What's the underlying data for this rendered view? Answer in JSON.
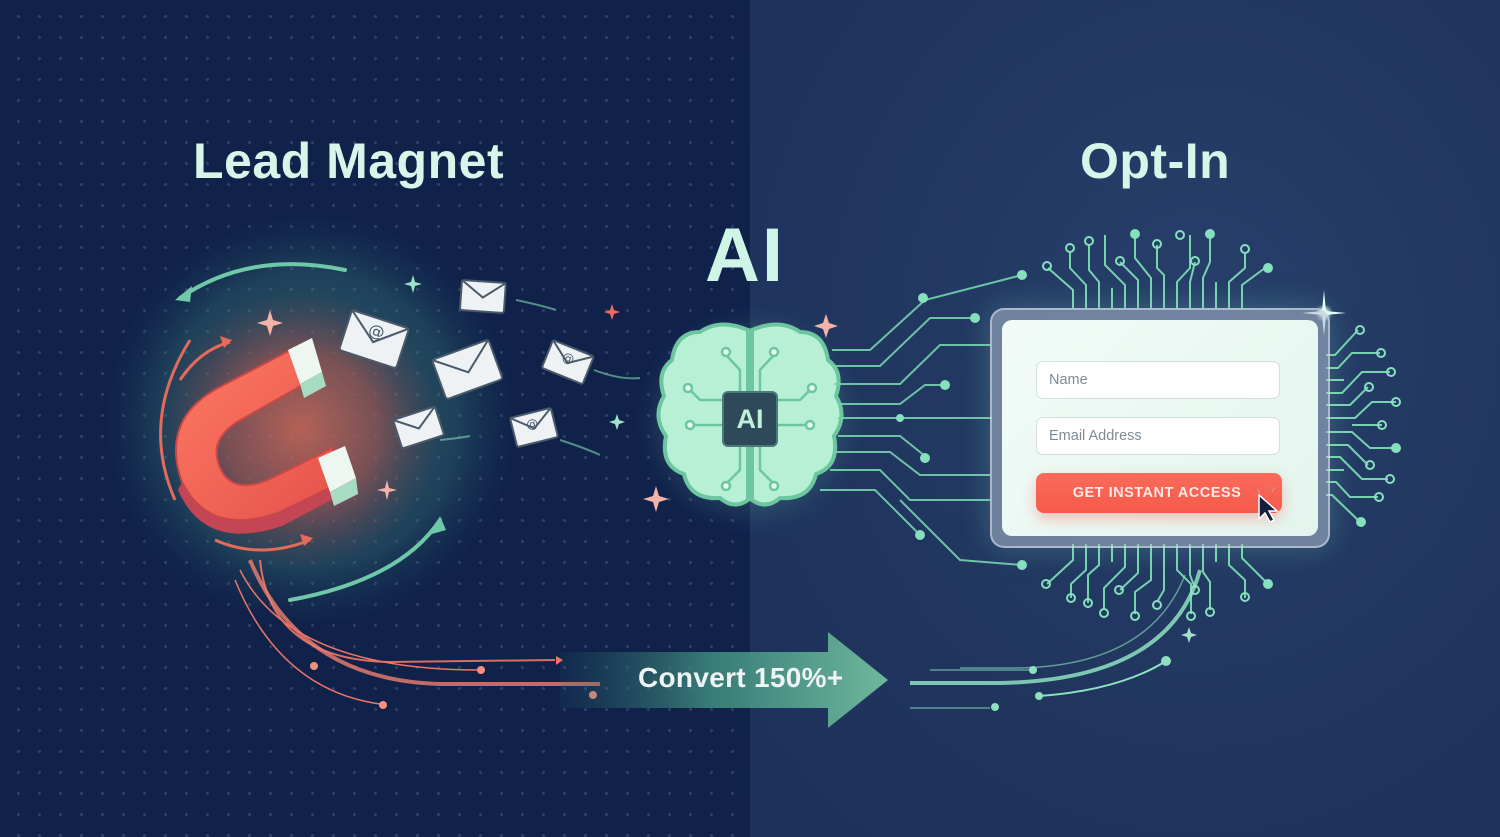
{
  "titles": {
    "left": "Lead Magnet",
    "center": "AI",
    "right": "Opt-In",
    "chip_label": "AI"
  },
  "form": {
    "name_placeholder": "Name",
    "email_placeholder": "Email Address",
    "cta_label": "GET INSTANT ACCESS"
  },
  "banner": {
    "convert_label": "Convert 150%+"
  },
  "icons": {
    "magnet": "magnet-icon",
    "envelopes": [
      "envelope-at-icon",
      "envelope-icon",
      "envelope-icon",
      "envelope-at-icon",
      "envelope-icon",
      "envelope-at-icon"
    ],
    "brain": "brain-circuit-icon",
    "cursor": "mouse-pointer-icon",
    "arrow": "right-arrow-icon"
  },
  "colors": {
    "left_background": "#10214a",
    "right_background": "#20365f",
    "mint_accent": "#7fd8b2",
    "title_text": "#d7f5e9",
    "coral_accent": "#f5604f",
    "cta_button": "#f55a4b"
  }
}
